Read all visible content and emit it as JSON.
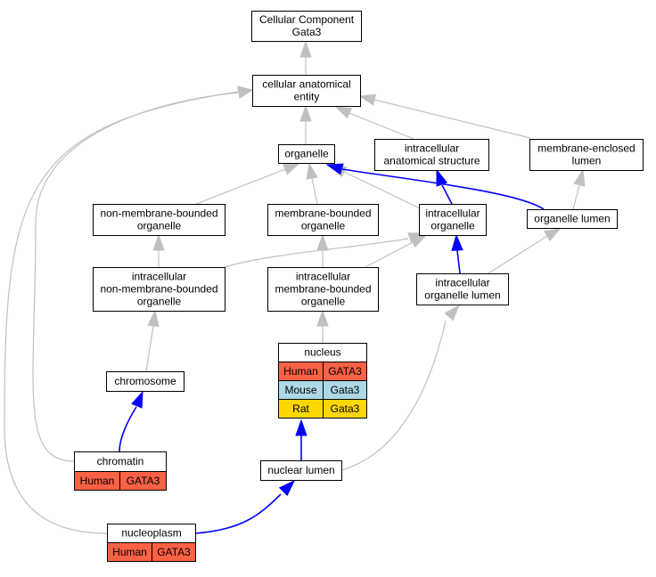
{
  "colors": {
    "grey_edge": "#c0c0c0",
    "blue_edge": "#0000ff",
    "human": "#fa6145",
    "mouse": "#add8e6",
    "rat": "#ffd700",
    "node_border": "#000000",
    "node_fill": "#ffffff"
  },
  "nodes": {
    "root": [
      "Cellular Component",
      "Gata3"
    ],
    "cae": [
      "cellular anatomical",
      "entity"
    ],
    "organelle": [
      "organelle"
    ],
    "ias": [
      "intracellular",
      "anatomical structure"
    ],
    "mel": [
      "membrane-enclosed",
      "lumen"
    ],
    "nmbo": [
      "non-membrane-bounded",
      "organelle"
    ],
    "mbo": [
      "membrane-bounded",
      "organelle"
    ],
    "io": [
      "intracellular",
      "organelle"
    ],
    "ol": [
      "organelle lumen"
    ],
    "inmbo": [
      "intracellular",
      "non-membrane-bounded",
      "organelle"
    ],
    "imbo": [
      "intracellular",
      "membrane-bounded",
      "organelle"
    ],
    "iol": [
      "intracellular",
      "organelle lumen"
    ],
    "chromosome": [
      "chromosome"
    ],
    "nucleus": [
      "nucleus"
    ],
    "chromatin": [
      "chromatin"
    ],
    "nuclear_lumen": [
      "nuclear lumen"
    ],
    "nucleoplasm": [
      "nucleoplasm"
    ]
  },
  "annotations": {
    "nucleus": [
      {
        "species": "Human",
        "gene": "GATA3",
        "color": "human"
      },
      {
        "species": "Mouse",
        "gene": "Gata3",
        "color": "mouse"
      },
      {
        "species": "Rat",
        "gene": "Gata3",
        "color": "rat"
      }
    ],
    "chromatin": [
      {
        "species": "Human",
        "gene": "GATA3",
        "color": "human"
      }
    ],
    "nucleoplasm": [
      {
        "species": "Human",
        "gene": "GATA3",
        "color": "human"
      }
    ]
  },
  "edges": [
    {
      "from": "cae",
      "to": "root",
      "kind": "is_a"
    },
    {
      "from": "organelle",
      "to": "cae",
      "kind": "is_a"
    },
    {
      "from": "ias",
      "to": "cae",
      "kind": "is_a"
    },
    {
      "from": "mel",
      "to": "cae",
      "kind": "is_a"
    },
    {
      "from": "nmbo",
      "to": "organelle",
      "kind": "is_a"
    },
    {
      "from": "mbo",
      "to": "organelle",
      "kind": "is_a"
    },
    {
      "from": "io",
      "to": "organelle",
      "kind": "is_a"
    },
    {
      "from": "io",
      "to": "ias",
      "kind": "part_of"
    },
    {
      "from": "ol",
      "to": "organelle",
      "kind": "part_of"
    },
    {
      "from": "ol",
      "to": "mel",
      "kind": "is_a"
    },
    {
      "from": "inmbo",
      "to": "nmbo",
      "kind": "is_a"
    },
    {
      "from": "inmbo",
      "to": "io",
      "kind": "is_a"
    },
    {
      "from": "imbo",
      "to": "io",
      "kind": "is_a"
    },
    {
      "from": "imbo",
      "to": "mbo",
      "kind": "is_a"
    },
    {
      "from": "iol",
      "to": "io",
      "kind": "part_of"
    },
    {
      "from": "iol",
      "to": "ol",
      "kind": "is_a"
    },
    {
      "from": "chromosome",
      "to": "inmbo",
      "kind": "is_a"
    },
    {
      "from": "nucleus",
      "to": "imbo",
      "kind": "is_a"
    },
    {
      "from": "chromatin",
      "to": "chromosome",
      "kind": "part_of"
    },
    {
      "from": "chromatin",
      "to": "cae",
      "kind": "is_a"
    },
    {
      "from": "nuclear_lumen",
      "to": "nucleus",
      "kind": "part_of"
    },
    {
      "from": "nuclear_lumen",
      "to": "iol",
      "kind": "is_a"
    },
    {
      "from": "nucleoplasm",
      "to": "nuclear_lumen",
      "kind": "part_of"
    },
    {
      "from": "nucleoplasm",
      "to": "cae",
      "kind": "is_a"
    }
  ]
}
